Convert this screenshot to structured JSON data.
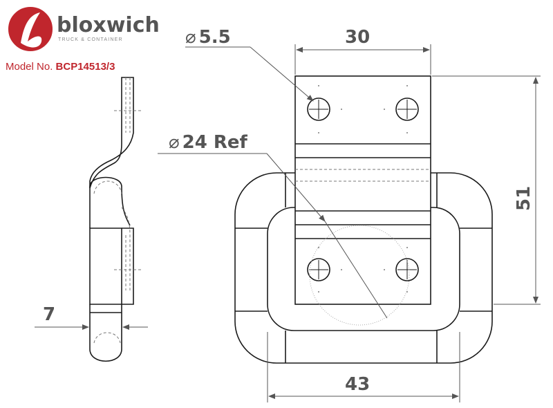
{
  "brand": {
    "name": "bloxwich",
    "tagline": "TRUCK & CONTAINER",
    "logo_letter": "b",
    "accent_color": "#c0262d",
    "logo_icon": "bloxwich-logo-icon"
  },
  "model": {
    "label": "Model No.",
    "number": "BCP14513/3"
  },
  "dimensions": {
    "hole_diameter": "5.5",
    "ring_diameter": "24 Ref",
    "plate_width": "30",
    "overall_height": "51",
    "overall_width": "43",
    "side_thickness": "7",
    "diameter_symbol": "⌀"
  },
  "colors": {
    "line": "#1a1a1a",
    "dimension": "#555555",
    "hidden": "#777777",
    "construction": "#aaaaaa"
  }
}
